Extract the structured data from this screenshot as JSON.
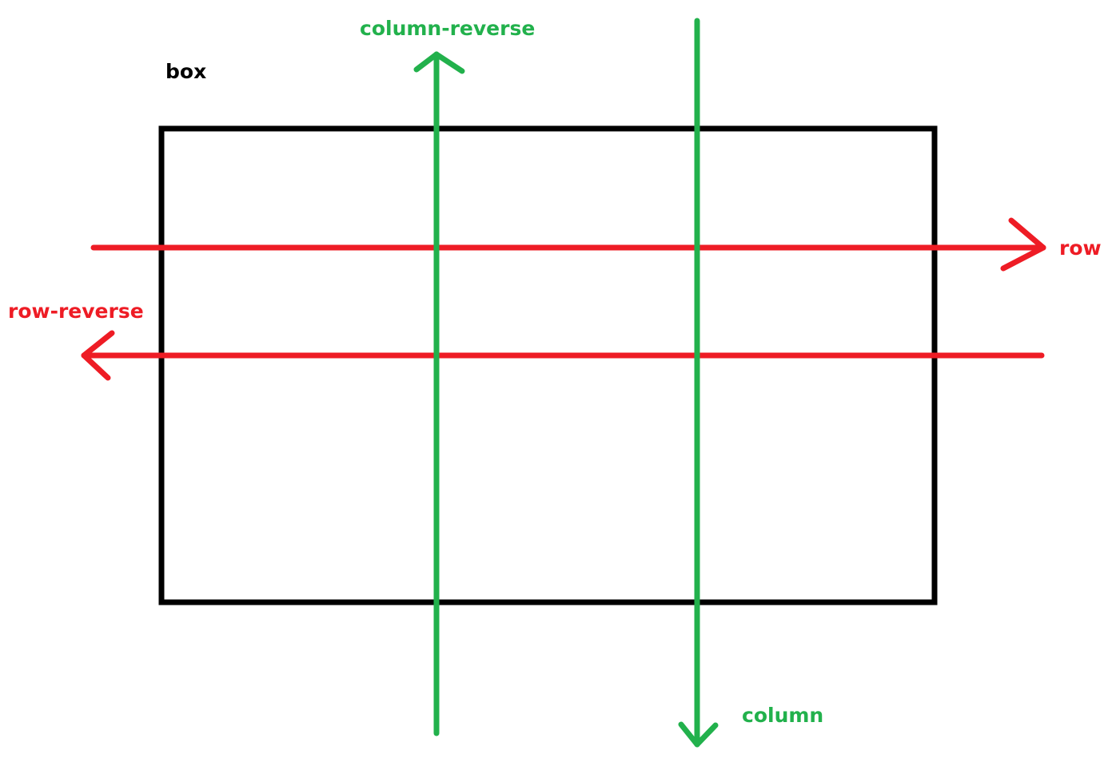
{
  "labels": {
    "box": "box",
    "row": "row",
    "row_reverse": "row-reverse",
    "column_reverse": "column-reverse",
    "column": "column"
  },
  "colors": {
    "box_stroke": "#000000",
    "row_axis": "#ee1c25",
    "column_axis": "#22b14c",
    "background": "#ffffff"
  }
}
